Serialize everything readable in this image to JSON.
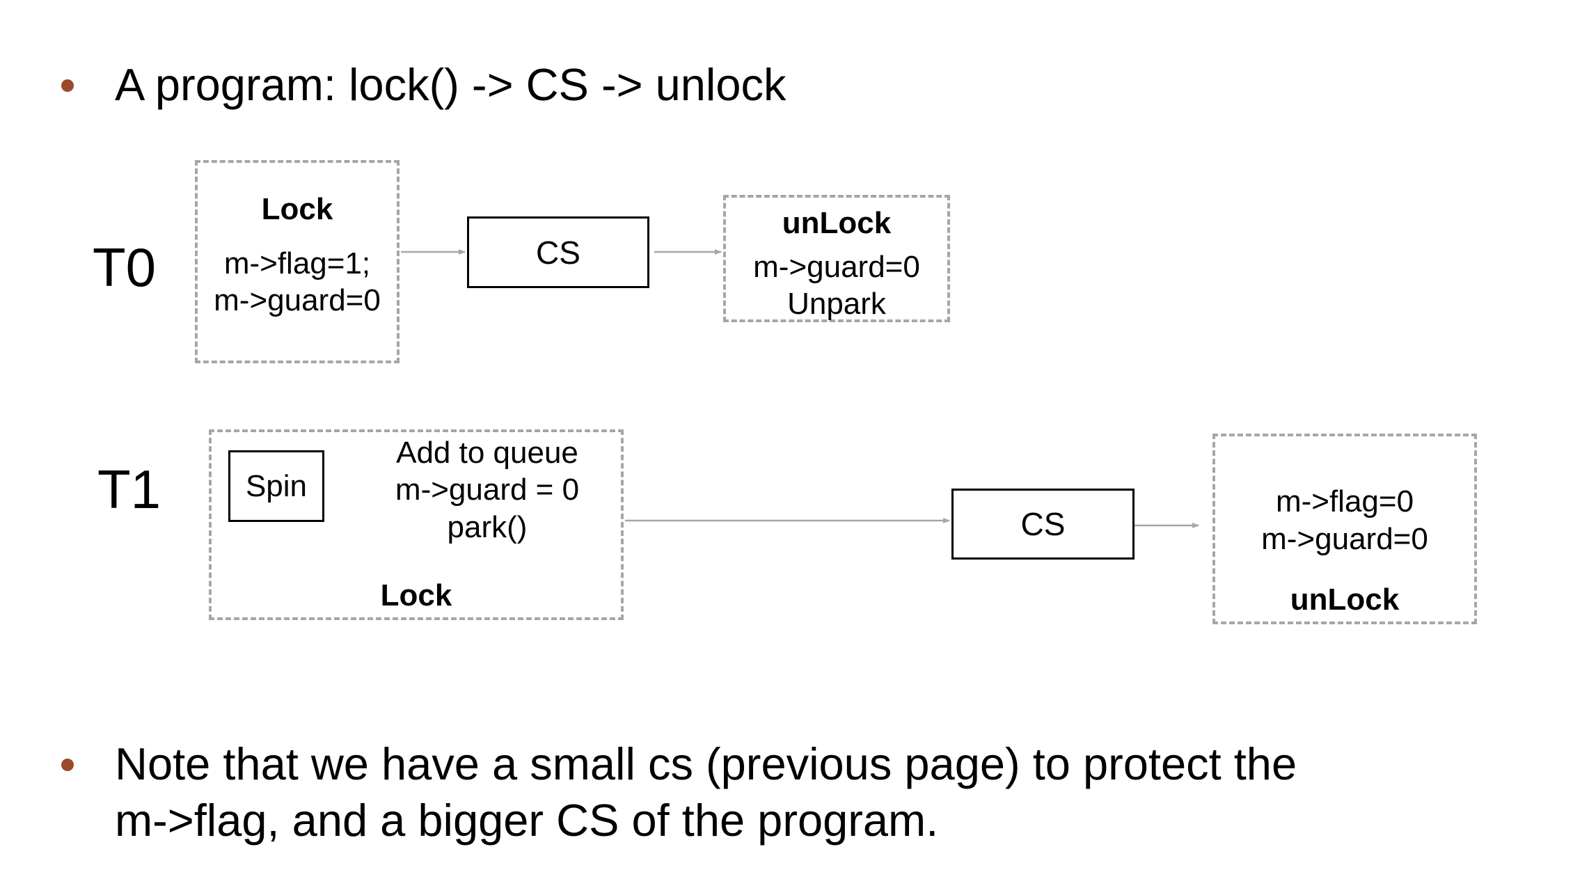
{
  "slide": {
    "bullet_color": "#9b4a2c",
    "bullet1": "A program: lock() -> CS -> unlock",
    "bullet2_line1": "Note that we have a small cs (previous page) to protect the",
    "bullet2_line2": "m->flag, and a bigger CS of the program."
  },
  "t0": {
    "label": "T0",
    "lock_title": "Lock",
    "lock_line1": "m->flag=1;",
    "lock_line2": "m->guard=0",
    "cs_label": "CS",
    "unlock_title": "unLock",
    "unlock_line1": "m->guard=0",
    "unlock_line2": "Unpark"
  },
  "t1": {
    "label": "T1",
    "spin_label": "Spin",
    "lock_line1": "Add to queue",
    "lock_line2": "m->guard = 0",
    "lock_line3": "park()",
    "lock_title": "Lock",
    "cs_label": "CS",
    "unlock_line1": "m->flag=0",
    "unlock_line2": "m->guard=0",
    "unlock_title": "unLock"
  }
}
